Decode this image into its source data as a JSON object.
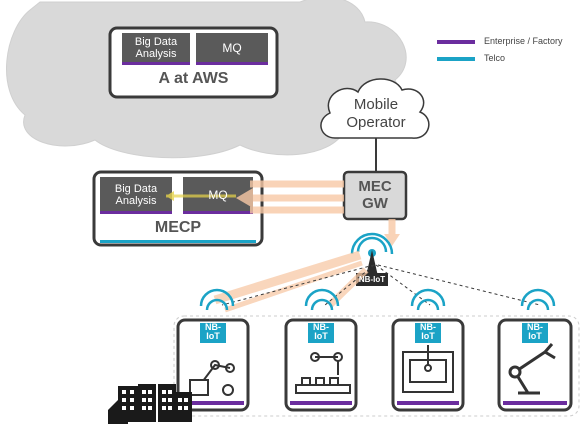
{
  "legend": {
    "items": [
      {
        "label": "Enterprise / Factory",
        "color": "#6b2d9e"
      },
      {
        "label": "Telco",
        "color": "#1ba3c6"
      }
    ]
  },
  "aws": {
    "title": "A at AWS",
    "box1": "Big Data\nAnalysis",
    "box1_line1": "Big Data",
    "box1_line2": "Analysis",
    "box2": "MQ"
  },
  "mobile_operator": {
    "line1": "Mobile",
    "line2": "Operator"
  },
  "mecp": {
    "title": "MECP",
    "box1_line1": "Big Data",
    "box1_line2": "Analysis",
    "box2": "MQ"
  },
  "mec_gw": {
    "line1": "MEC",
    "line2": "GW"
  },
  "tower": {
    "label": "NB-IoT"
  },
  "devices": [
    {
      "badge_line1": "NB-",
      "badge_line2": "IoT",
      "kind": "robot-arm-factory"
    },
    {
      "badge_line1": "NB-",
      "badge_line2": "IoT",
      "kind": "conveyor"
    },
    {
      "badge_line1": "NB-",
      "badge_line2": "IoT",
      "kind": "machine"
    },
    {
      "badge_line1": "NB-",
      "badge_line2": "IoT",
      "kind": "robot-arm"
    }
  ],
  "colors": {
    "purple": "#6b2d9e",
    "teal": "#1ba3c6",
    "orange": "#f8c9a6",
    "dark": "#3a3a3a",
    "box_fill": "#5a5a5a",
    "cloud": "#d9d9d9"
  }
}
